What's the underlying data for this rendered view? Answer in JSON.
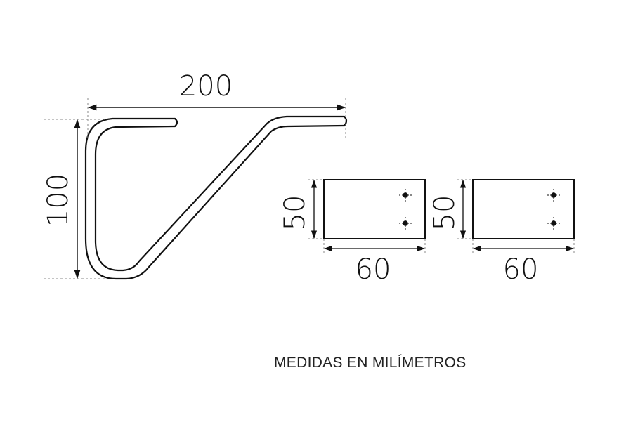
{
  "dimensions": {
    "bracket_width": "200",
    "bracket_height": "100",
    "plate1_height": "50",
    "plate1_width": "60",
    "plate2_height": "50",
    "plate2_width": "60"
  },
  "caption": "MEDIDAS EN MILÍMETROS",
  "colors": {
    "line": "#111111",
    "background": "#ffffff",
    "dashed": "#888888"
  }
}
